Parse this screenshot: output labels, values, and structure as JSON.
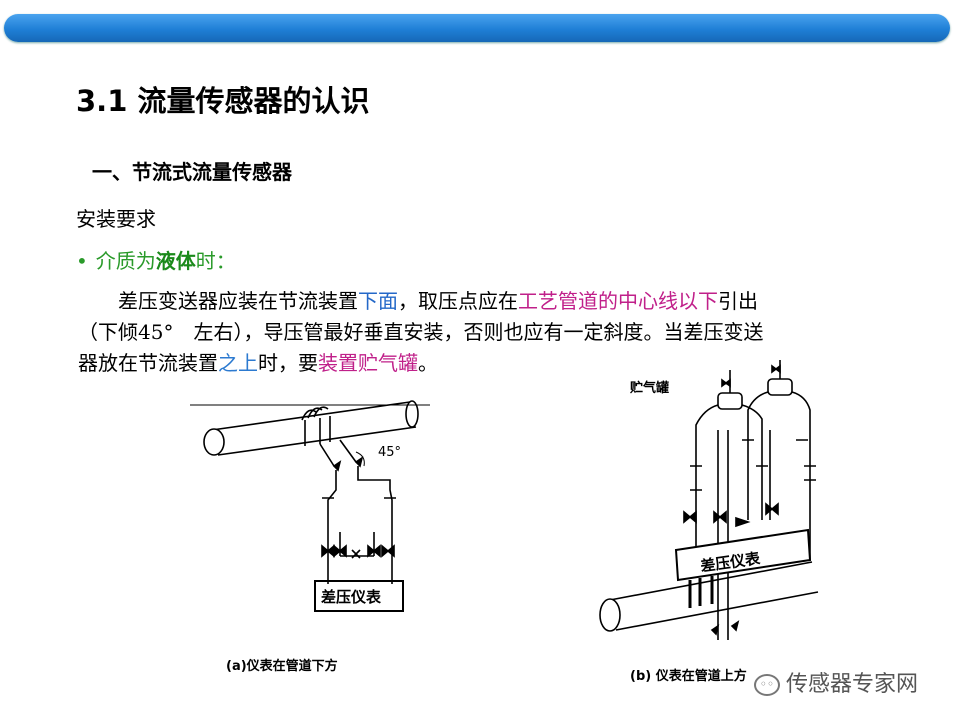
{
  "header": {
    "title": "3.1 流量传感器的认识"
  },
  "subtitle": "一、节流式流量传感器",
  "section_label": "安装要求",
  "bullet": {
    "prefix": "介质为",
    "bold": "液体",
    "suffix": "时："
  },
  "paragraph": {
    "line1": {
      "a": "　　差压变送器应装在节流装置",
      "b": "下面",
      "c": "，取压点应在",
      "d": "工艺管道的中心线以下",
      "e": "引出"
    },
    "line2": "（下倾45°　左右），导压管最好垂直安装，否则也应有一定斜度。当差压变送",
    "line3": {
      "a": "器放在节流装置",
      "b": "之上",
      "c": "时，要",
      "d": "装置贮气罐",
      "e": "。"
    }
  },
  "diagram_a": {
    "meter_label": "差压仪表",
    "angle_label": "45°",
    "caption": "(a)仪表在管道下方"
  },
  "diagram_b": {
    "meter_label": "差压仪表",
    "tank_label": "贮气罐",
    "caption": "(b) 仪表在管道上方"
  },
  "watermark": "传感器专家网",
  "colors": {
    "accent_bar": "#1f7fd6",
    "green": "#2a9a2a",
    "blue": "#2468c8",
    "magenta": "#c0208a"
  }
}
